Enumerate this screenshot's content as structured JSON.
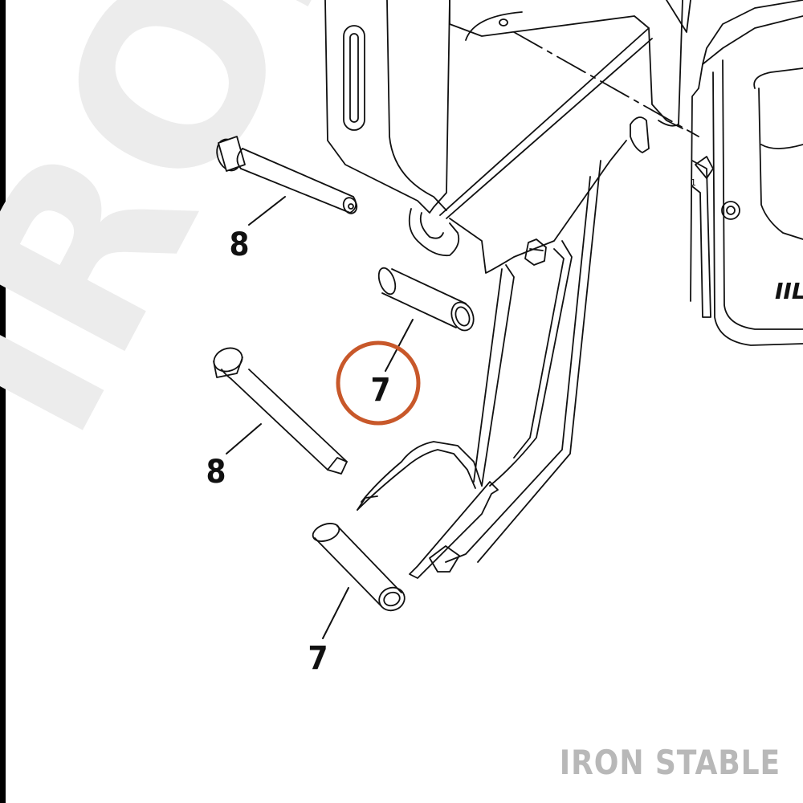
{
  "watermark": {
    "text": "IRON STABLE",
    "color": "#ececec"
  },
  "brand": {
    "text": "IRON STABLE",
    "color": "#b8b8b8"
  },
  "highlight": {
    "color": "#c8582a",
    "part": "7"
  },
  "callouts": {
    "pin_upper": "8",
    "sleeve_upper": "7",
    "pin_lower": "8",
    "sleeve_lower": "7",
    "small_ref": "1"
  },
  "logo_text": "IIL"
}
